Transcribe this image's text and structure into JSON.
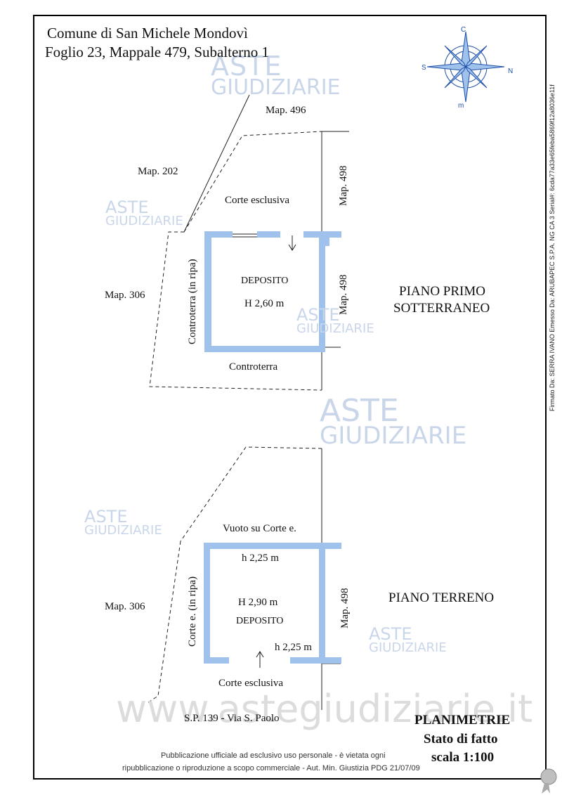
{
  "header": {
    "line1": "Comune di San Michele Mondovì",
    "line2": "Foglio 23, Mappale 479, Subalterno 1"
  },
  "compass": {
    "labels": [
      "C",
      "N",
      "m",
      "S"
    ]
  },
  "upper_plan": {
    "map496": "Map. 496",
    "map202": "Map. 202",
    "map498_top": "Map. 498",
    "map498_side": "Map. 498",
    "map306": "Map. 306",
    "corte": "Corte esclusiva",
    "controterra_left": "Controterra (in ripa)",
    "controterra_bottom": "Controterra",
    "room_name": "DEPOSITO",
    "room_height": "H 2,60 m",
    "floor_title_1": "PIANO PRIMO",
    "floor_title_2": "SOTTERRANEO"
  },
  "lower_plan": {
    "vuoto": "Vuoto su Corte e.",
    "h_top": "h 2,25 m",
    "h_main": "H 2,90 m",
    "room_name": "DEPOSITO",
    "h_bottom": "h 2,25 m",
    "corte_left": "Corte e. (in ripa)",
    "map306": "Map. 306",
    "map498": "Map. 498",
    "corte_bottom": "Corte esclusiva",
    "road": "S.P. 139 - Via S. Paolo",
    "floor_title": "PIANO TERRENO"
  },
  "footer": {
    "planimetrie": "PLANIMETRIE",
    "stato": "Stato di fatto",
    "scala": "scala 1:100",
    "notice1": "Pubblicazione ufficiale ad esclusivo uso personale - è vietata ogni",
    "notice2": "ripubblicazione o riproduzione a scopo commerciale - Aut. Min. Giustizia PDG 21/07/09"
  },
  "watermark": {
    "aste": "ASTE",
    "giudiziarie": "GIUDIZIARIE",
    "url": "www.astegiudiziarie.it"
  },
  "signature": "Firmato Da: SERRA IVANO Emesso Da: ARUBAPEC S.P.A. NG CA 3 Serial#: 6cda77a33e65feba5869f12a8036e11f"
}
